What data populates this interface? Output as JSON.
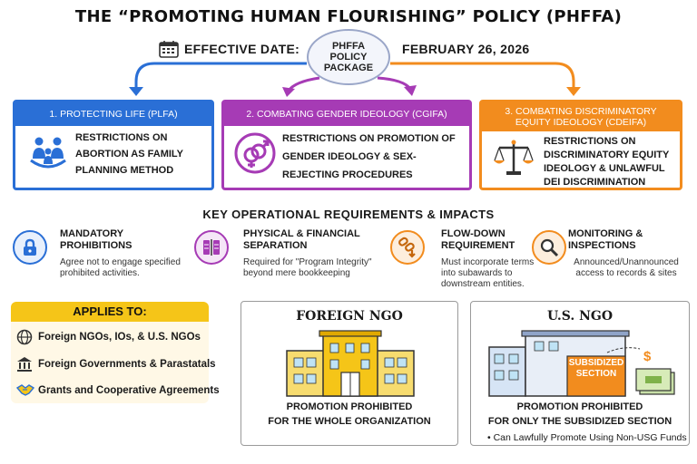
{
  "title": "THE “PROMOTING HUMAN FLOURISHING” POLICY (PHFFA)",
  "effective": {
    "label": "EFFECTIVE DATE:",
    "date": "FEBRUARY 26, 2026",
    "icon": "calendar-icon"
  },
  "package": {
    "label": "PHFFA POLICY PACKAGE"
  },
  "colors": {
    "blue": "#2a6fd6",
    "purple": "#a63bb5",
    "orange": "#f28c1e",
    "yellow": "#f5c518"
  },
  "pillars": [
    {
      "header": "1. PROTECTING LIFE (PLFA)",
      "body": "Restrictions on abortion as family planning method",
      "icon": "family-icon"
    },
    {
      "header": "2. COMBATING GENDER IDEOLOGY (CGIFA)",
      "body": "Restrictions on promotion of gender ideology & sex-rejecting procedures",
      "icon": "gender-symbol-icon"
    },
    {
      "header": "3. COMBATING DISCRIMINATORY EQUITY IDEOLOGY (CDEIFA)",
      "body": "Restrictions on discriminatory equity ideology & unlawful DEI discrimination",
      "icon": "scales-icon"
    }
  ],
  "requirements": {
    "title": "KEY OPERATIONAL REQUIREMENTS & IMPACTS",
    "items": [
      {
        "title": "Mandatory prohibitions",
        "desc": "Agree not to engage specified prohibited activities.",
        "icon": "lock-icon"
      },
      {
        "title": "Physical & financial separation",
        "desc": "Required for \"Program Integrity\" beyond mere bookkeeping",
        "icon": "separation-icon"
      },
      {
        "title": "Flow-down requirement",
        "desc": "Must incorporate terms into subawards to downstream entities.",
        "icon": "chain-icon"
      },
      {
        "title": "Monitoring & inspections",
        "desc": "Announced/Unannounced access to records & sites",
        "icon": "magnifier-icon"
      }
    ]
  },
  "applies": {
    "header": "APPLIES TO:",
    "items": [
      {
        "label": "Foreign NGOs, IOs, & U.S. NGOs",
        "icon": "globe-icon"
      },
      {
        "label": "Foreign Governments & Parastatals",
        "icon": "government-building-icon"
      },
      {
        "label": "Grants and Cooperative Agreements",
        "icon": "handshake-icon"
      }
    ]
  },
  "foreign_ngo": {
    "title": "FOREIGN NGO",
    "line1": "PROMOTION PROHIBITED",
    "line2": "FOR THE WHOLE ORGANIZATION"
  },
  "us_ngo": {
    "title": "U.S. NGO",
    "section_label": "SUBSIDIZED SECTION",
    "line1": "PROMOTION PROHIBITED",
    "line2": "FOR ONLY THE SUBSIDIZED SECTION",
    "bullet": "Can Lawfully Promote Using Non-USG Funds",
    "dollar": "$"
  }
}
